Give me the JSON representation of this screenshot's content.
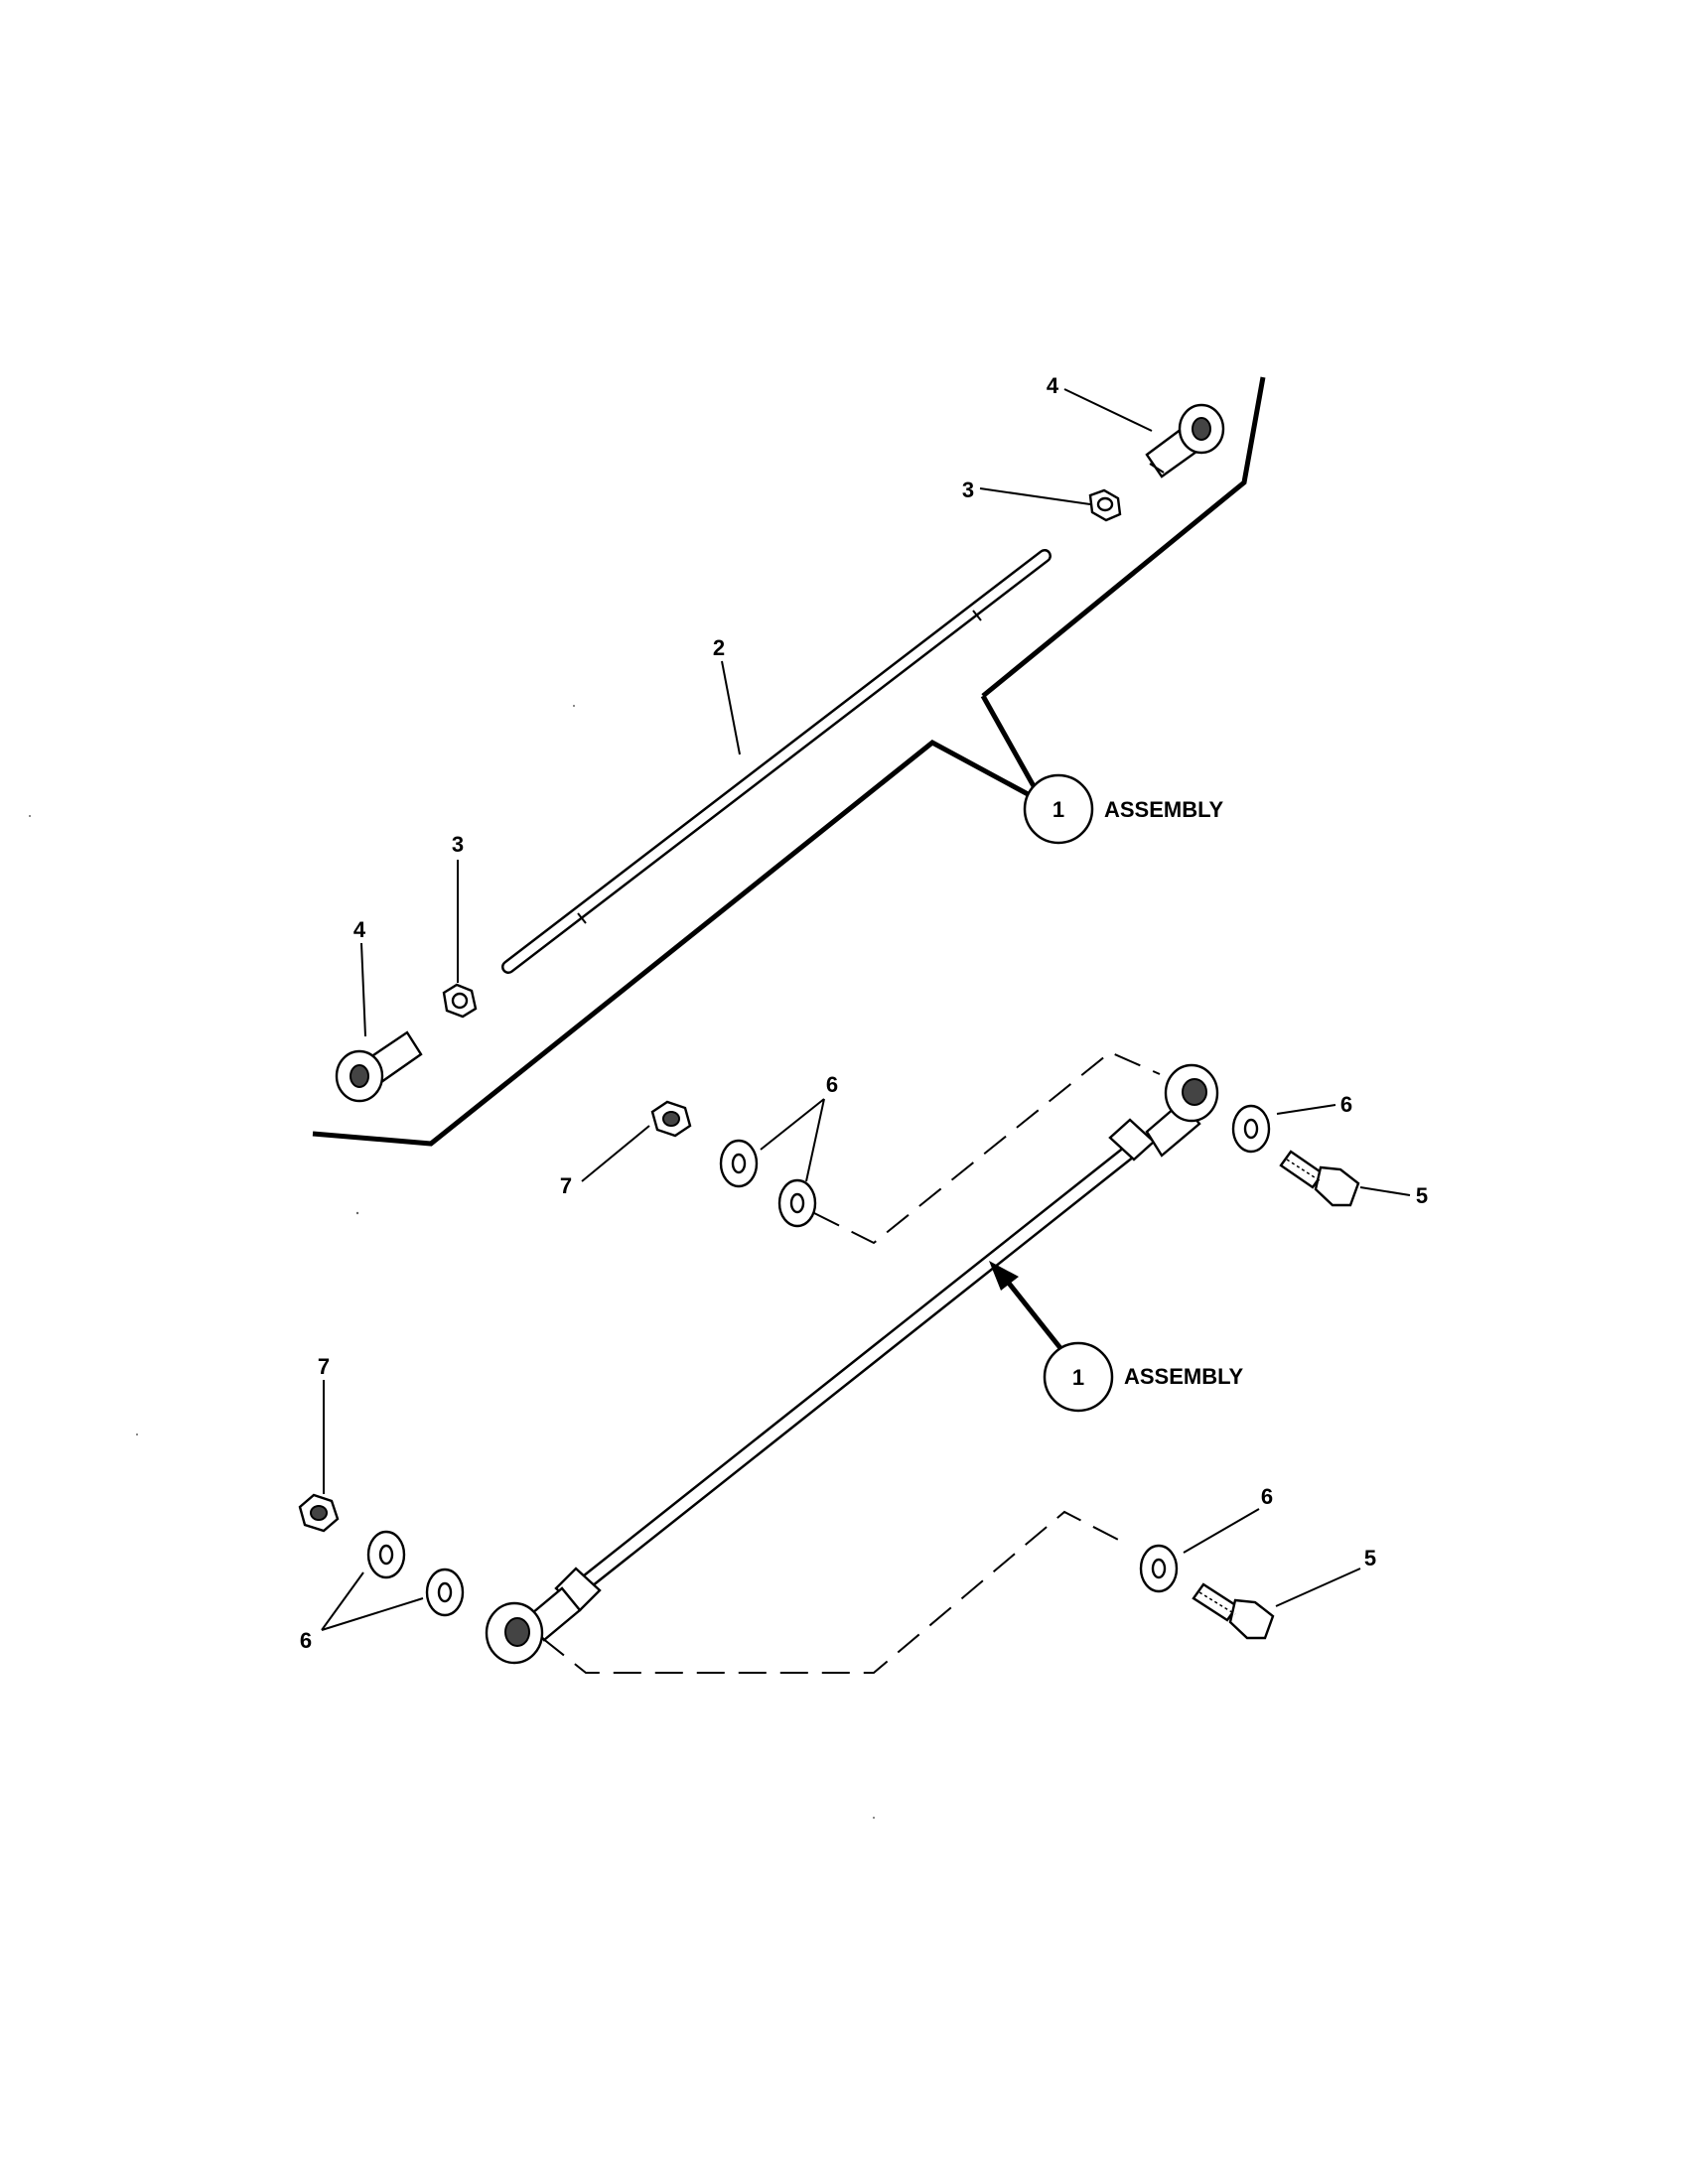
{
  "callouts": {
    "upper_assembly": {
      "number": "1",
      "text": "ASSEMBLY"
    },
    "lower_assembly": {
      "number": "1",
      "text": "ASSEMBLY"
    },
    "item_2": "2",
    "item_3_upper": "3",
    "item_3_left": "3",
    "item_4_upper": "4",
    "item_4_left": "4",
    "item_5_upper": "5",
    "item_5_lower": "5",
    "item_6_upper_pair": "6",
    "item_6_upper_right": "6",
    "item_6_lower_right": "6",
    "item_6_lower_pair": "6",
    "item_7_upper": "7",
    "item_7_lower": "7"
  }
}
